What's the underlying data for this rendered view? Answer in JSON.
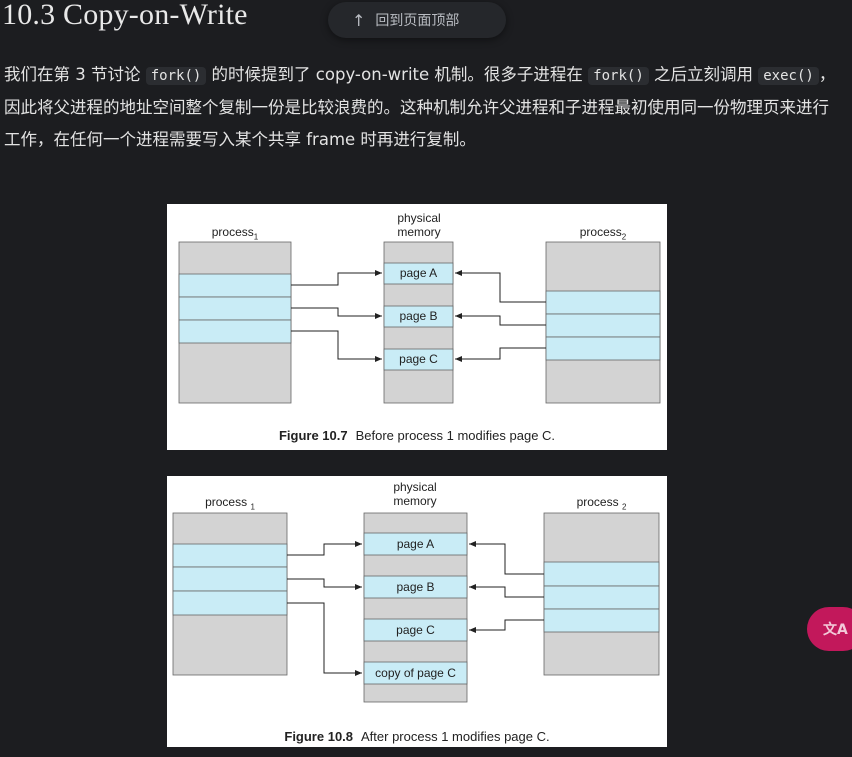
{
  "header": {
    "title": "10.3 Copy-on-Write",
    "back_to_top": "回到页面顶部"
  },
  "paragraph": {
    "t1": "我们在第 3 节讨论 ",
    "code1": "fork()",
    "t2": " 的时候提到了 copy-on-write 机制。很多子进程在 ",
    "code2": "fork()",
    "t3": " 之后立刻调用 ",
    "code3": "exec()",
    "t4": "，因此将父进程的地址空间整个复制一份是比较浪费的。这种机制允许父进程和子进程最初使用同一份物理页来进行工作，在任何一个进程需要写入某个共享 frame 时再进行复制。"
  },
  "figure1": {
    "process1": "process",
    "process1_sub": "1",
    "physical": "physical",
    "memory": "memory",
    "process2": "process",
    "process2_sub": "2",
    "pages": [
      "page A",
      "page B",
      "page C"
    ],
    "caption_num": "Figure 10.7",
    "caption_text": "Before process 1 modifies page C."
  },
  "figure2": {
    "process1": "process",
    "process1_sub": "1",
    "physical": "physical",
    "memory": "memory",
    "process2": "process",
    "process2_sub": "2",
    "pages": [
      "page A",
      "page B",
      "page C",
      "copy of page C"
    ],
    "caption_num": "Figure 10.8",
    "caption_text": "After process 1 modifies page C."
  },
  "translate_button": {
    "icon": "translate-icon",
    "glyph": "⽂A"
  },
  "colors": {
    "background": "#1c1d20",
    "grey_block": "#d3d3d3",
    "page_fill": "#c9ecf6",
    "accent": "#c2185b"
  }
}
